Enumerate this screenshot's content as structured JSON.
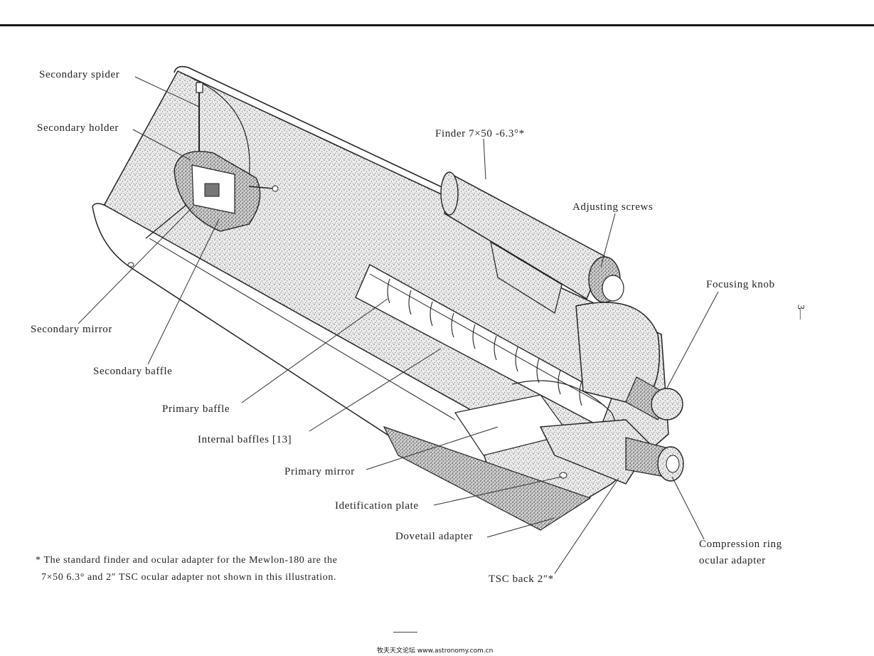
{
  "labels": {
    "secondary_spider": "Secondary spider",
    "secondary_holder": "Secondary holder",
    "finder": "Finder 7×50 -6.3°*",
    "adjusting_screws": "Adjusting screws",
    "focusing_knob": "Focusing knob",
    "secondary_mirror": "Secondary mirror",
    "secondary_baffle": "Secondary baffle",
    "primary_baffle": "Primary baffle",
    "internal_baffles": "Internal baffles [13]",
    "primary_mirror": "Primary mirror",
    "identification_plate": "Idetification plate",
    "dovetail_adapter": "Dovetail adapter",
    "compression_ring_line1": "Compression ring",
    "compression_ring_line2": "ocular adapter",
    "tsc_back": "TSC back 2″*"
  },
  "note": {
    "line1": "* The standard finder and ocular adapter for the Mewlon-180 are the",
    "line2": "7×50 6.3° and 2″ TSC ocular adapter not shown in this illustration."
  },
  "page_number": "3—",
  "footer": "牧夫天文论坛 www.astronomy.com.cn",
  "colors": {
    "ink": "#222222",
    "stipple": "#bdbdbd",
    "paper": "#ffffff"
  }
}
